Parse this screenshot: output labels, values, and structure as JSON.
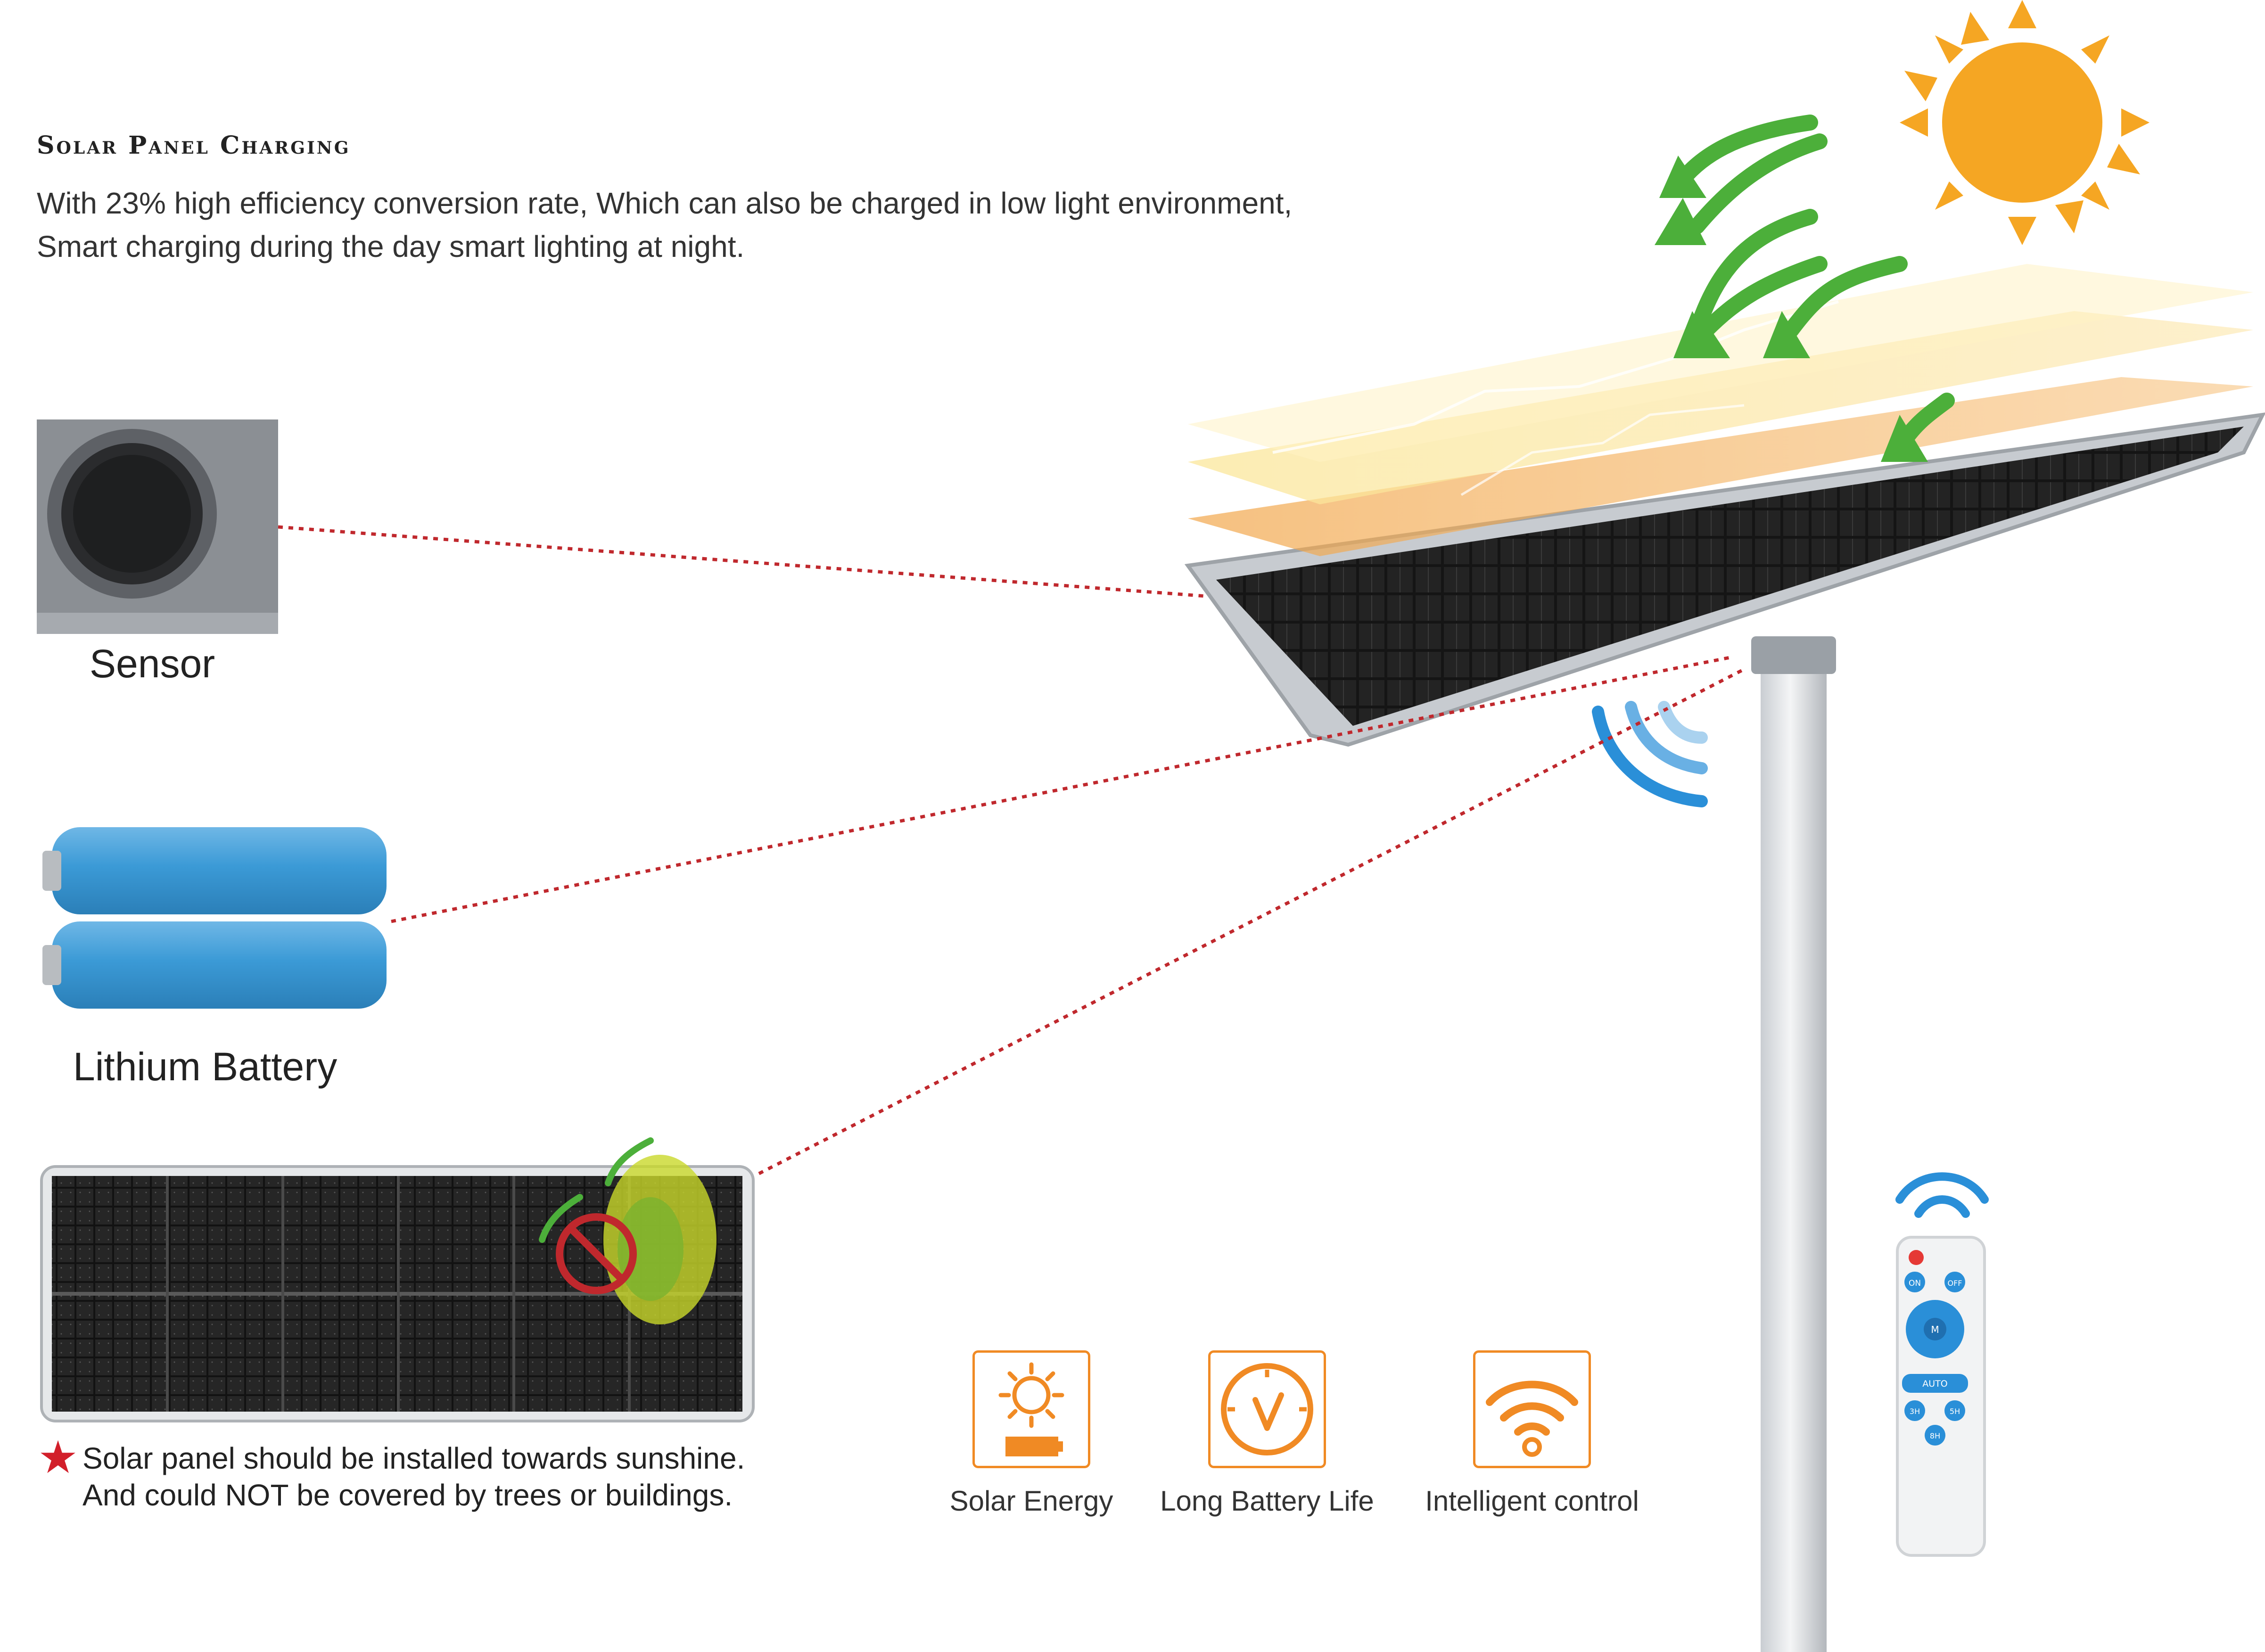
{
  "header": {
    "title": "Solar Panel Charging",
    "description_lines": [
      "With 23% high efficiency conversion rate, Which can also be charged in low light environment,",
      "Smart charging during the day smart lighting at night."
    ]
  },
  "components": {
    "sensor_label": "Sensor",
    "battery_label": "Lithium Battery"
  },
  "installation_note": {
    "star": "★",
    "lines": [
      "Solar panel should be installed towards sunshine.",
      "And could NOT be covered by trees or buildings."
    ]
  },
  "features": [
    {
      "label": "Solar Energy",
      "icon": "sun-battery-icon"
    },
    {
      "label": "Long Battery Life",
      "icon": "clock-icon"
    },
    {
      "label": "Intelligent control",
      "icon": "wifi-icon"
    }
  ],
  "remote": {
    "buttons": [
      "ON",
      "OFF",
      "M",
      "AUTO",
      "3H",
      "5H",
      "8H"
    ]
  },
  "colors": {
    "accent_orange": "#f08a24",
    "sun": "#f5a623",
    "battery_blue": "#3b9ad6",
    "signal_blue": "#2a8fd8",
    "dotted_line": "#c0282d",
    "arrow_green": "#4caf3a",
    "panel_dark": "#1a1a1a"
  }
}
